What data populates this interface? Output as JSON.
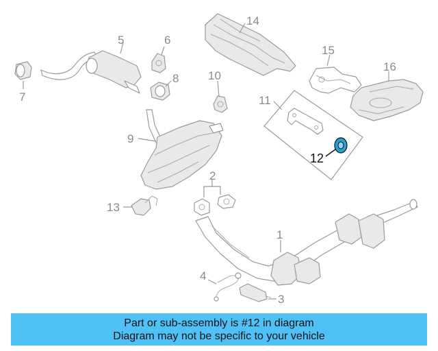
{
  "labels": {
    "n1": "1",
    "n2": "2",
    "n3": "3",
    "n4": "4",
    "n5": "5",
    "n6": "6",
    "n7": "7",
    "n8": "8",
    "n9": "9",
    "n10": "10",
    "n11": "11",
    "n12": "12",
    "n13": "13",
    "n14": "14",
    "n15": "15",
    "n16": "16"
  },
  "banner": {
    "line1": "Part or sub-assembly is #12 in diagram",
    "line2": "Diagram may not be specific to your vehicle"
  },
  "colors": {
    "banner_bg": "#4fc1f7",
    "highlight_part": "#2a9fd6",
    "line_gray": "#9a9a9a"
  }
}
